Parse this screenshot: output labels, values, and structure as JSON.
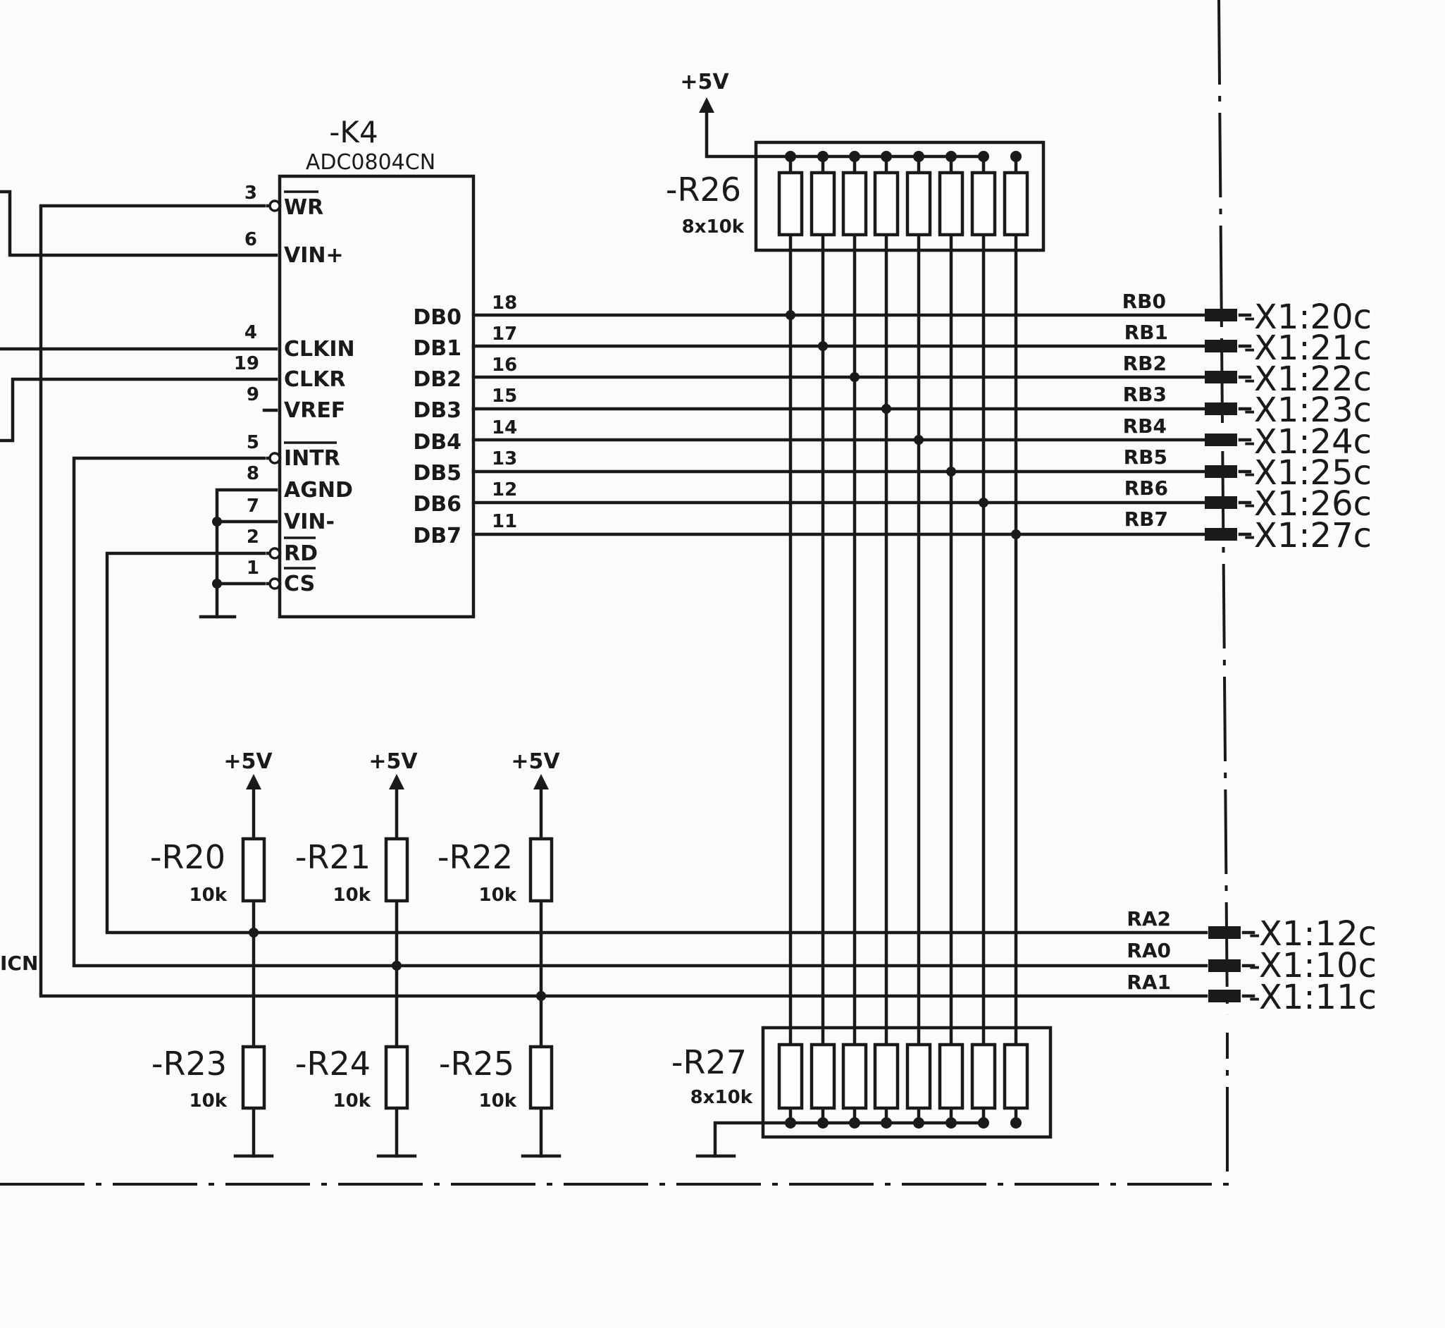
{
  "chip": {
    "ref": "-K4",
    "part": "ADC0804CN",
    "left_pins": [
      {
        "num": "3",
        "label": "WR"
      },
      {
        "num": "6",
        "label": "VIN+"
      },
      {
        "num": "4",
        "label": "CLKIN"
      },
      {
        "num": "19",
        "label": "CLKR"
      },
      {
        "num": "9",
        "label": "VREF"
      },
      {
        "num": "5",
        "label": "INTR"
      },
      {
        "num": "8",
        "label": "AGND"
      },
      {
        "num": "7",
        "label": "VIN-"
      },
      {
        "num": "2",
        "label": "RD"
      },
      {
        "num": "1",
        "label": "CS"
      }
    ],
    "right_pins": [
      {
        "num": "18",
        "label": "DB0"
      },
      {
        "num": "17",
        "label": "DB1"
      },
      {
        "num": "16",
        "label": "DB2"
      },
      {
        "num": "15",
        "label": "DB3"
      },
      {
        "num": "14",
        "label": "DB4"
      },
      {
        "num": "13",
        "label": "DB5"
      },
      {
        "num": "12",
        "label": "DB6"
      },
      {
        "num": "11",
        "label": "DB7"
      }
    ]
  },
  "supply_label": "+5V",
  "networks": {
    "r26": {
      "ref": "-R26",
      "value": "8x10k"
    },
    "r27": {
      "ref": "-R27",
      "value": "8x10k"
    }
  },
  "resistors_top": [
    {
      "ref": "-R20",
      "value": "10k"
    },
    {
      "ref": "-R21",
      "value": "10k"
    },
    {
      "ref": "-R22",
      "value": "10k"
    }
  ],
  "resistors_bottom": [
    {
      "ref": "-R23",
      "value": "10k"
    },
    {
      "ref": "-R24",
      "value": "10k"
    },
    {
      "ref": "-R25",
      "value": "10k"
    }
  ],
  "data_nets": [
    {
      "net": "RB0",
      "connector": "-X1:20c"
    },
    {
      "net": "RB1",
      "connector": "-X1:21c"
    },
    {
      "net": "RB2",
      "connector": "-X1:22c"
    },
    {
      "net": "RB3",
      "connector": "-X1:23c"
    },
    {
      "net": "RB4",
      "connector": "-X1:24c"
    },
    {
      "net": "RB5",
      "connector": "-X1:25c"
    },
    {
      "net": "RB6",
      "connector": "-X1:26c"
    },
    {
      "net": "RB7",
      "connector": "-X1:27c"
    }
  ],
  "ctrl_nets": [
    {
      "net": "RA2",
      "connector": "-X1:12c"
    },
    {
      "net": "RA0",
      "connector": "-X1:10c"
    },
    {
      "net": "RA1",
      "connector": "-X1:11c"
    }
  ],
  "edge_fragment": "ICN"
}
